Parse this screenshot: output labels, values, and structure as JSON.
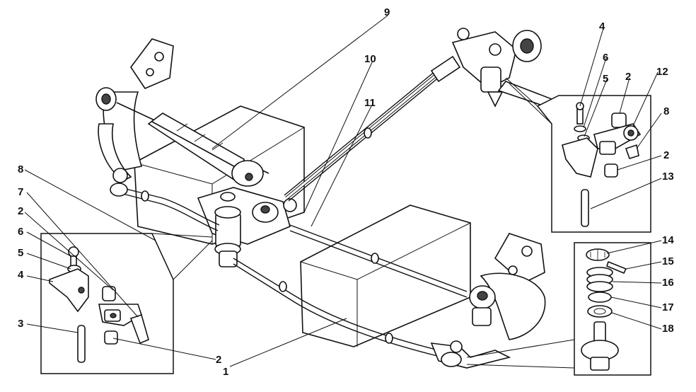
{
  "callouts": {
    "c1": "1",
    "c2a": "2",
    "c2b": "2",
    "c2c": "2",
    "c2d": "2",
    "c3": "3",
    "c4a": "4",
    "c4b": "4",
    "c5a": "5",
    "c5b": "5",
    "c6a": "6",
    "c6b": "6",
    "c7": "7",
    "c8a": "8",
    "c8b": "8",
    "c9": "9",
    "c10": "10",
    "c11": "11",
    "c12": "12",
    "c13": "13",
    "c14": "14",
    "c15": "15",
    "c16": "16",
    "c17": "17",
    "c18": "18"
  }
}
